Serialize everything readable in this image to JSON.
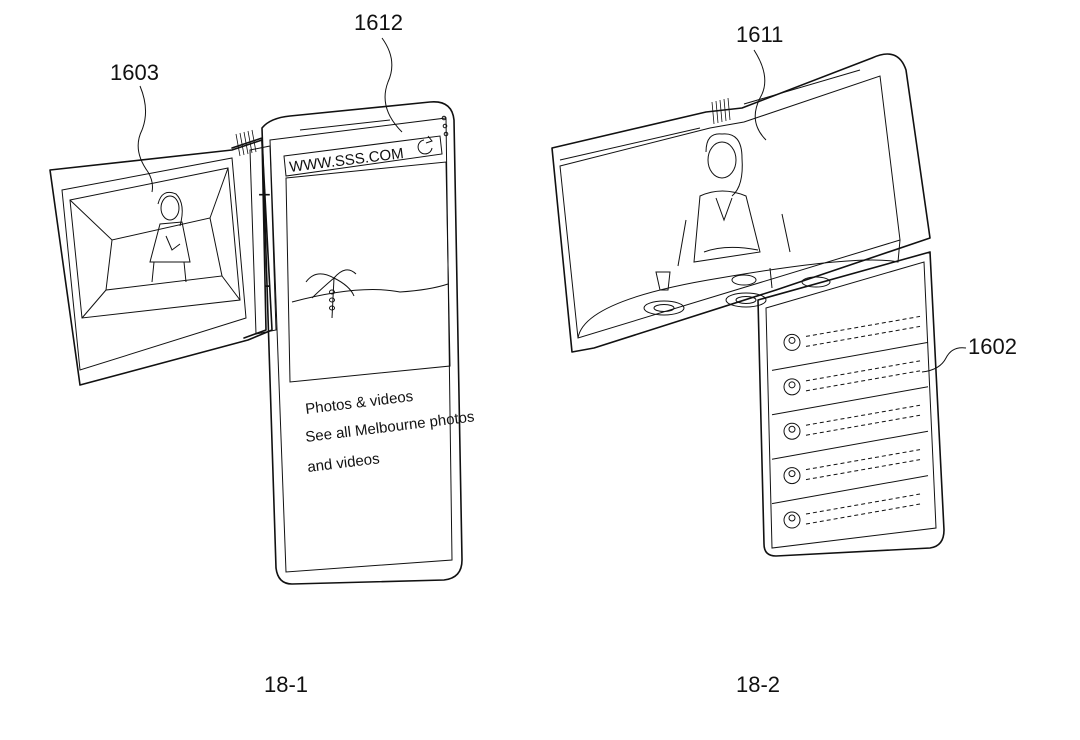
{
  "figures": {
    "left": {
      "caption": "18-1",
      "refs": {
        "side_screen": "1603",
        "browser": "1612"
      },
      "browser": {
        "url": "WWW.SSS.COM",
        "zoom_in": "+",
        "zoom_out": "-",
        "content_lines": [
          "Photos & videos",
          "See all Melbourne photos",
          "and videos"
        ]
      }
    },
    "right": {
      "caption": "18-2",
      "refs": {
        "video_screen": "1611",
        "chat_list": "1602"
      },
      "chat_rows": 5
    }
  },
  "icons": [
    "refresh-icon",
    "avatar-icon",
    "palm-tree-icon"
  ],
  "colors": {
    "ink": "#111111",
    "paper": "#ffffff"
  }
}
